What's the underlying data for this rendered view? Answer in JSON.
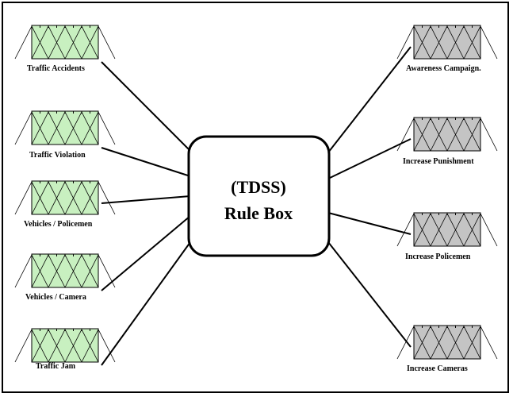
{
  "rule_box": {
    "line1": "(TDSS)",
    "line2": "Rule Box"
  },
  "colors": {
    "input_fill": "#c8f0c0",
    "output_fill": "#c4c4c4",
    "line": "#000000"
  },
  "inputs": [
    {
      "label": "Traffic Accidents",
      "icon": "fuzzy-membership-icon"
    },
    {
      "label": "Traffic Violation",
      "icon": "fuzzy-membership-icon"
    },
    {
      "label": "Vehicles / Policemen",
      "icon": "fuzzy-membership-icon"
    },
    {
      "label": "Vehicles / Camera",
      "icon": "fuzzy-membership-icon"
    },
    {
      "label": "Traffic Jam",
      "icon": "fuzzy-membership-icon"
    }
  ],
  "outputs": [
    {
      "label": "Awareness Campaign.",
      "icon": "fuzzy-membership-icon"
    },
    {
      "label": "Increase Punishment",
      "icon": "fuzzy-membership-icon"
    },
    {
      "label": "Increase Policemen",
      "icon": "fuzzy-membership-icon"
    },
    {
      "label": "Increase Cameras",
      "icon": "fuzzy-membership-icon"
    }
  ]
}
